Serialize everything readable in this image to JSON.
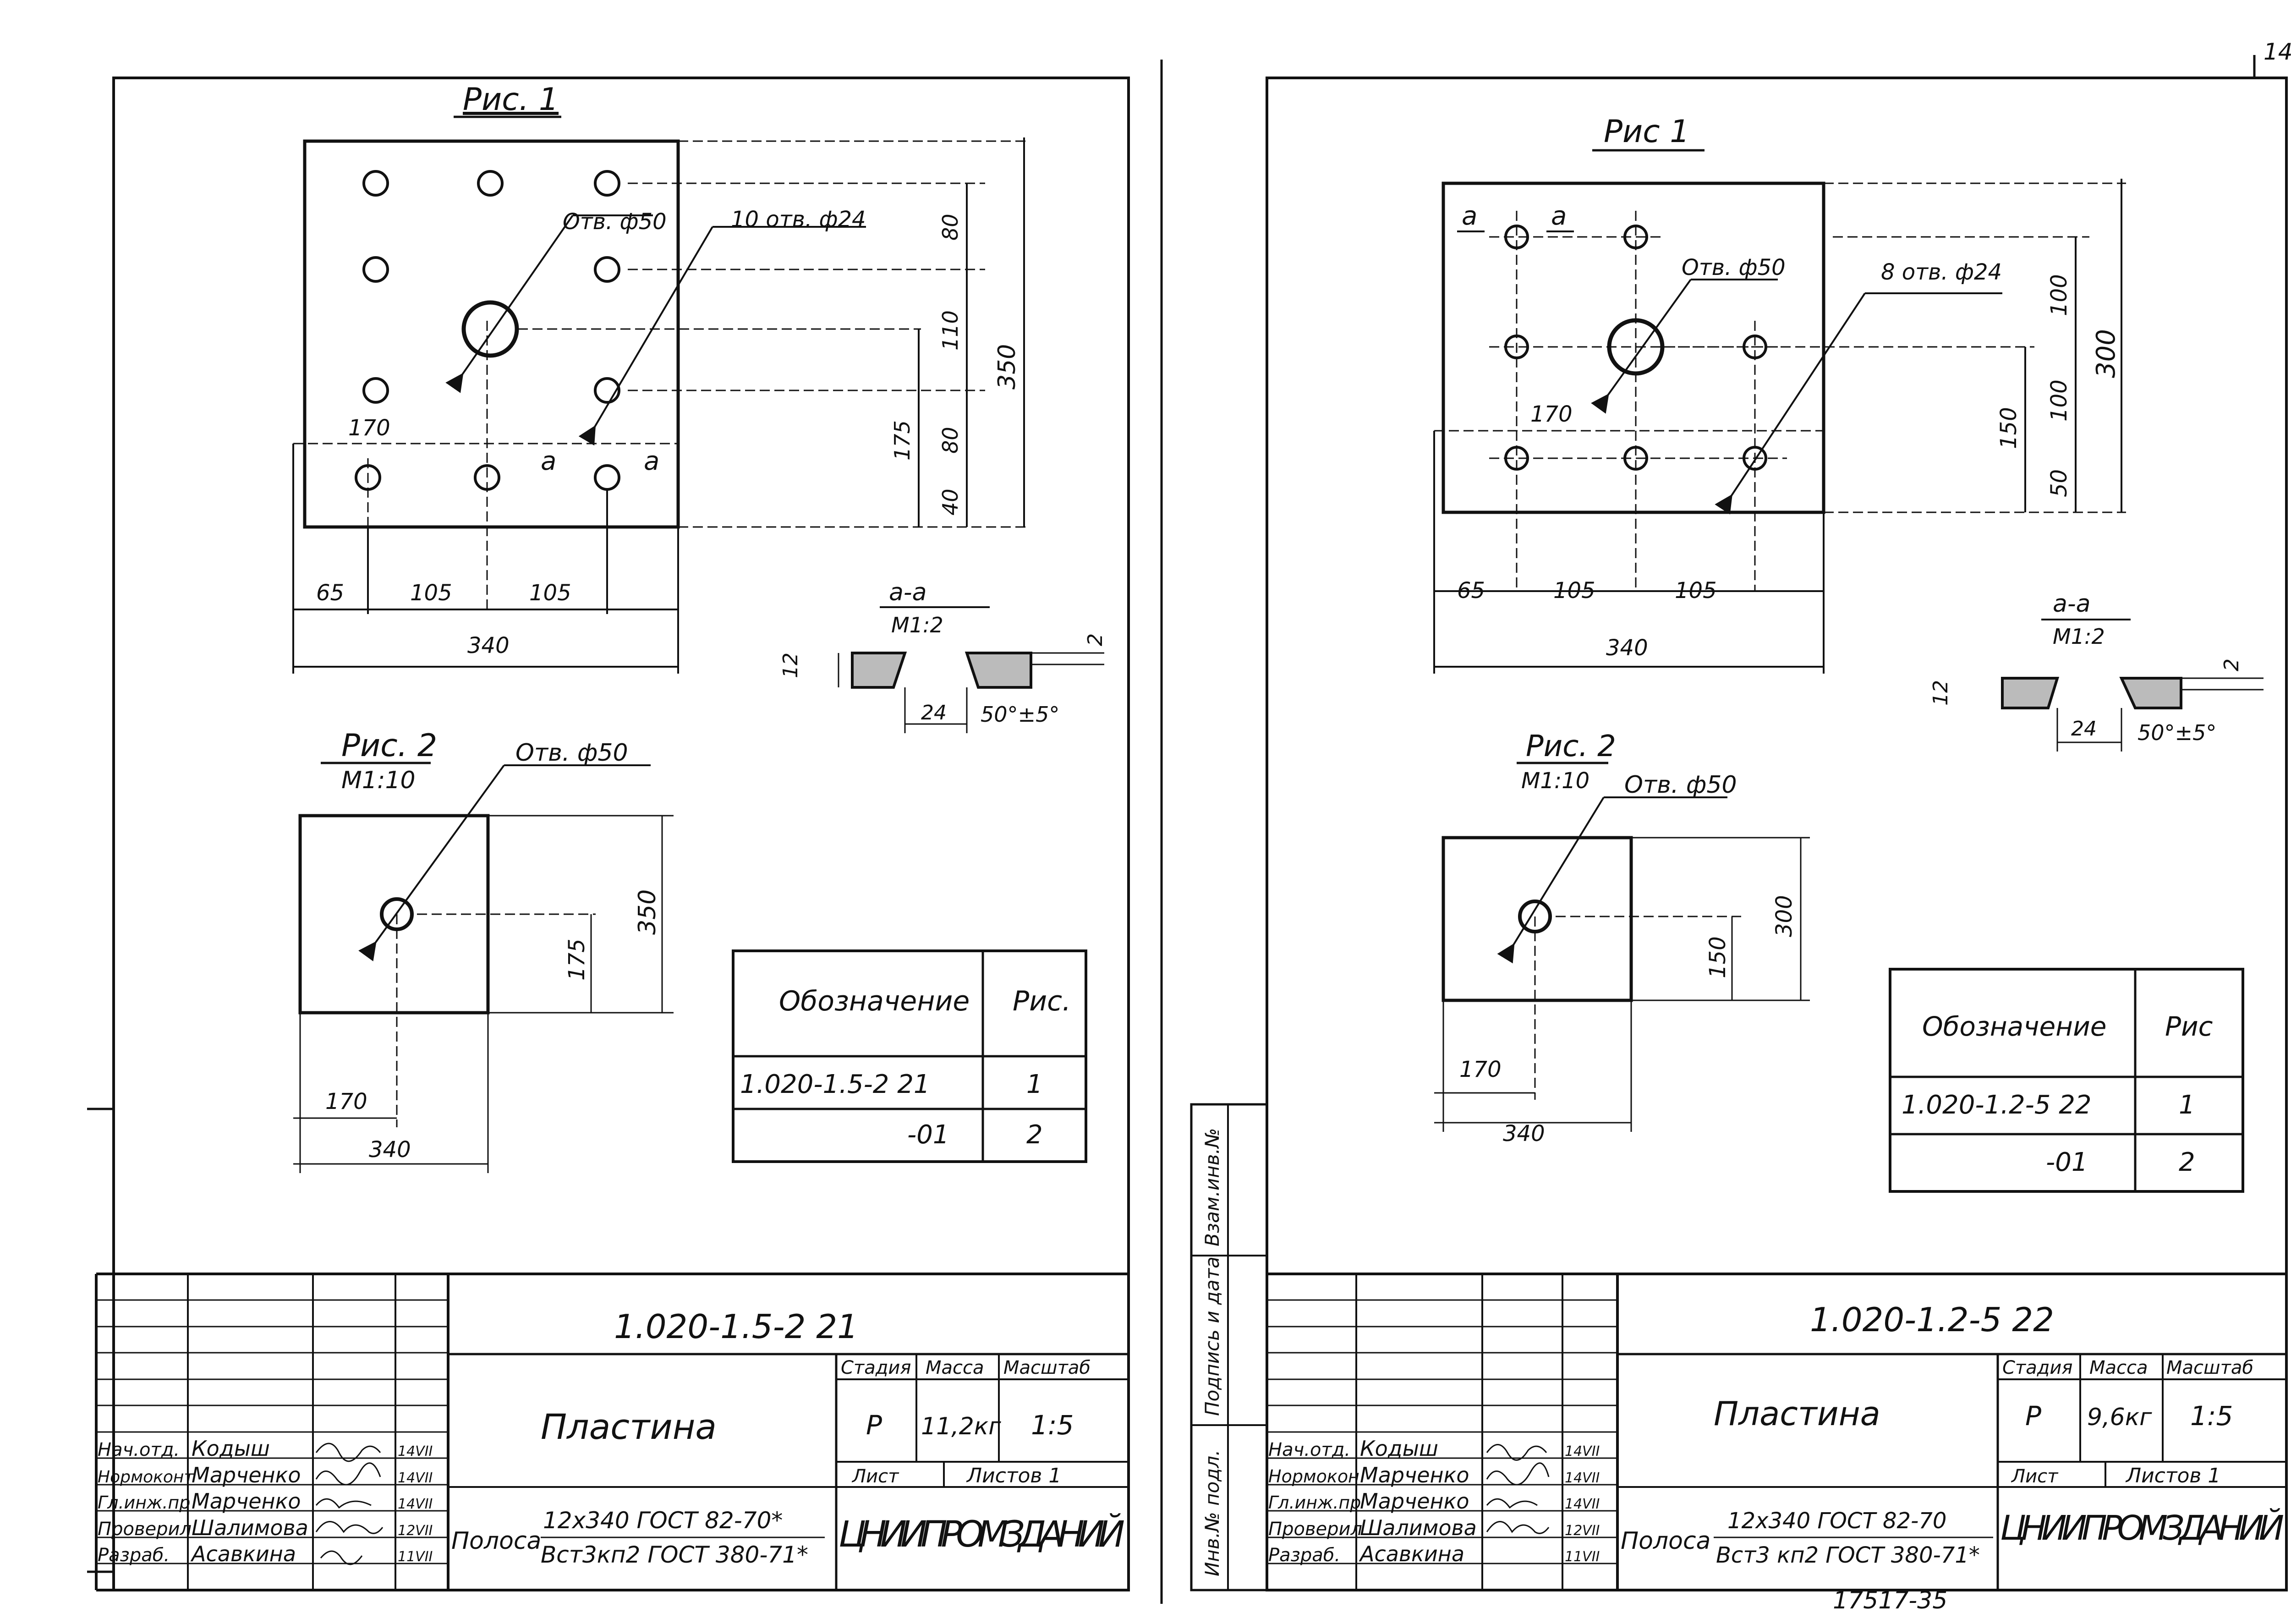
{
  "corner_mark": "14",
  "sheets": [
    {
      "fig1": {
        "title": "Рис. 1",
        "big_hole_label": "Отв. ф50",
        "small_holes_label": "10 отв. ф24",
        "section_mark": "а",
        "dims_right": [
          "80",
          "110",
          "80",
          "40"
        ],
        "dim_175": "175",
        "dim_350": "350",
        "dim_170": "170",
        "dims_bottom": [
          "65",
          "105",
          "105"
        ],
        "dim_340": "340"
      },
      "section": {
        "title": "а-а",
        "scale": "М1:2",
        "dim_12": "12",
        "dim_2": "2",
        "dim_24": "24",
        "angle": "50°±5°"
      },
      "fig2": {
        "title": "Рис. 2",
        "scale": "М1:10",
        "hole_label": "Отв. ф50",
        "dim_350": "350",
        "dim_175": "175",
        "dim_170": "170",
        "dim_340": "340"
      },
      "table": {
        "headers": [
          "Обозначение",
          "Рис."
        ],
        "rows": [
          [
            "1.020-1.5-2 21",
            "1"
          ],
          [
            "-01",
            "2"
          ]
        ]
      },
      "stamp": {
        "doc_number": "1.020-1.5-2 21",
        "name": "Пластина",
        "col_stage": "Стадия",
        "col_mass": "Масса",
        "col_scale": "Масштаб",
        "stage": "Р",
        "mass": "11,2кг",
        "scale": "1:5",
        "sheet": "Лист",
        "sheets_total": "Листов 1",
        "material_label": "Полоса",
        "material_line1": "12х340 ГОСТ 82-70*",
        "material_line2": "Вст3кп2 ГОСТ 380-71*",
        "organization": "ЦНИИПРОМЗДАНИЙ",
        "roles": [
          {
            "role": "Нач.отд.",
            "name": "Кодыш",
            "date": "14VII"
          },
          {
            "role": "Нормоконт",
            "name": "Марченко",
            "date": "14VII"
          },
          {
            "role": "Гл.инж.пр",
            "name": "Марченко",
            "date": "14VII"
          },
          {
            "role": "Проверил",
            "name": "Шалимова",
            "date": "12VII"
          },
          {
            "role": "Разраб.",
            "name": "Асавкина",
            "date": "11VII"
          }
        ]
      }
    },
    {
      "fig1": {
        "title": "Рис 1",
        "big_hole_label": "Отв. ф50",
        "small_holes_label": "8 отв. ф24",
        "section_mark": "а",
        "dims_right": [
          "100",
          "100",
          "50"
        ],
        "dim_150": "150",
        "dim_300": "300",
        "dim_170": "170",
        "dims_bottom": [
          "65",
          "105",
          "105"
        ],
        "dim_340": "340"
      },
      "section": {
        "title": "а-а",
        "scale": "М1:2",
        "dim_12": "12",
        "dim_2": "2",
        "dim_24": "24",
        "angle": "50°±5°"
      },
      "fig2": {
        "title": "Рис. 2",
        "scale": "М1:10",
        "hole_label": "Отв. ф50",
        "dim_300": "300",
        "dim_150": "150",
        "dim_170": "170",
        "dim_340": "340"
      },
      "table": {
        "headers": [
          "Обозначение",
          "Рис"
        ],
        "rows": [
          [
            "1.020-1.2-5 22",
            "1"
          ],
          [
            "-01",
            "2"
          ]
        ]
      },
      "side_labels": [
        "Инв.№ подл.",
        "Подпись и дата",
        "Взам.инв.№"
      ],
      "stamp": {
        "doc_number": "1.020-1.2-5 22",
        "name": "Пластина",
        "col_stage": "Стадия",
        "col_mass": "Масса",
        "col_scale": "Масштаб",
        "stage": "Р",
        "mass": "9,6кг",
        "scale": "1:5",
        "sheet": "Лист",
        "sheets_total": "Листов 1",
        "material_label": "Полоса",
        "material_line1": "12х340 ГОСТ 82-70",
        "material_line2": "Вст3 кп2 ГОСТ 380-71*",
        "organization": "ЦНИИПРОМЗДАНИЙ",
        "roles": [
          {
            "role": "Нач.отд.",
            "name": "Кодыш",
            "date": "14VII"
          },
          {
            "role": "Нормокон",
            "name": "Марченко",
            "date": "14VII"
          },
          {
            "role": "Гл.инж.пр",
            "name": "Марченко",
            "date": "14VII"
          },
          {
            "role": "Проверил",
            "name": "Шалимова",
            "date": "12VII"
          },
          {
            "role": "Разраб.",
            "name": "Асавкина",
            "date": "11VII"
          }
        ]
      },
      "bottom_number": "17517-35"
    }
  ]
}
